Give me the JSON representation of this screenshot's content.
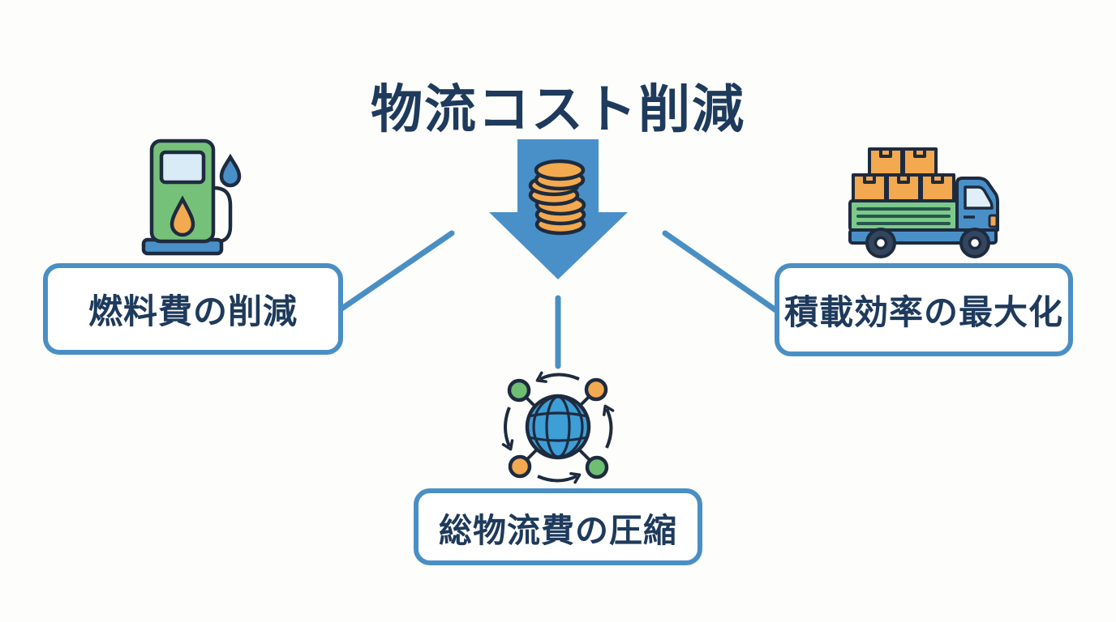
{
  "title": "物流コスト削減",
  "colors": {
    "accent_blue": "#4A90C8",
    "box_border_blue": "#4A8FC4",
    "text_navy": "#1E3A5C",
    "outline_navy": "#1E2B3F",
    "coin_orange": "#F2A94F",
    "pump_green": "#76C17A",
    "truck_bed_green": "#7CC98C",
    "globe_blue": "#3E9ED6",
    "screen_light_blue": "#D9EBF7",
    "background": "#FDFDFB"
  },
  "center_graphic": {
    "icon": "down-arrow-with-coins-icon"
  },
  "branches": [
    {
      "label": "燃料費の削減",
      "icon": "fuel-pump-icon",
      "position": "left"
    },
    {
      "label": "積載効率の最大化",
      "icon": "cargo-truck-icon",
      "position": "right"
    },
    {
      "label": "総物流費の圧縮",
      "icon": "global-network-icon",
      "position": "bottom"
    }
  ]
}
